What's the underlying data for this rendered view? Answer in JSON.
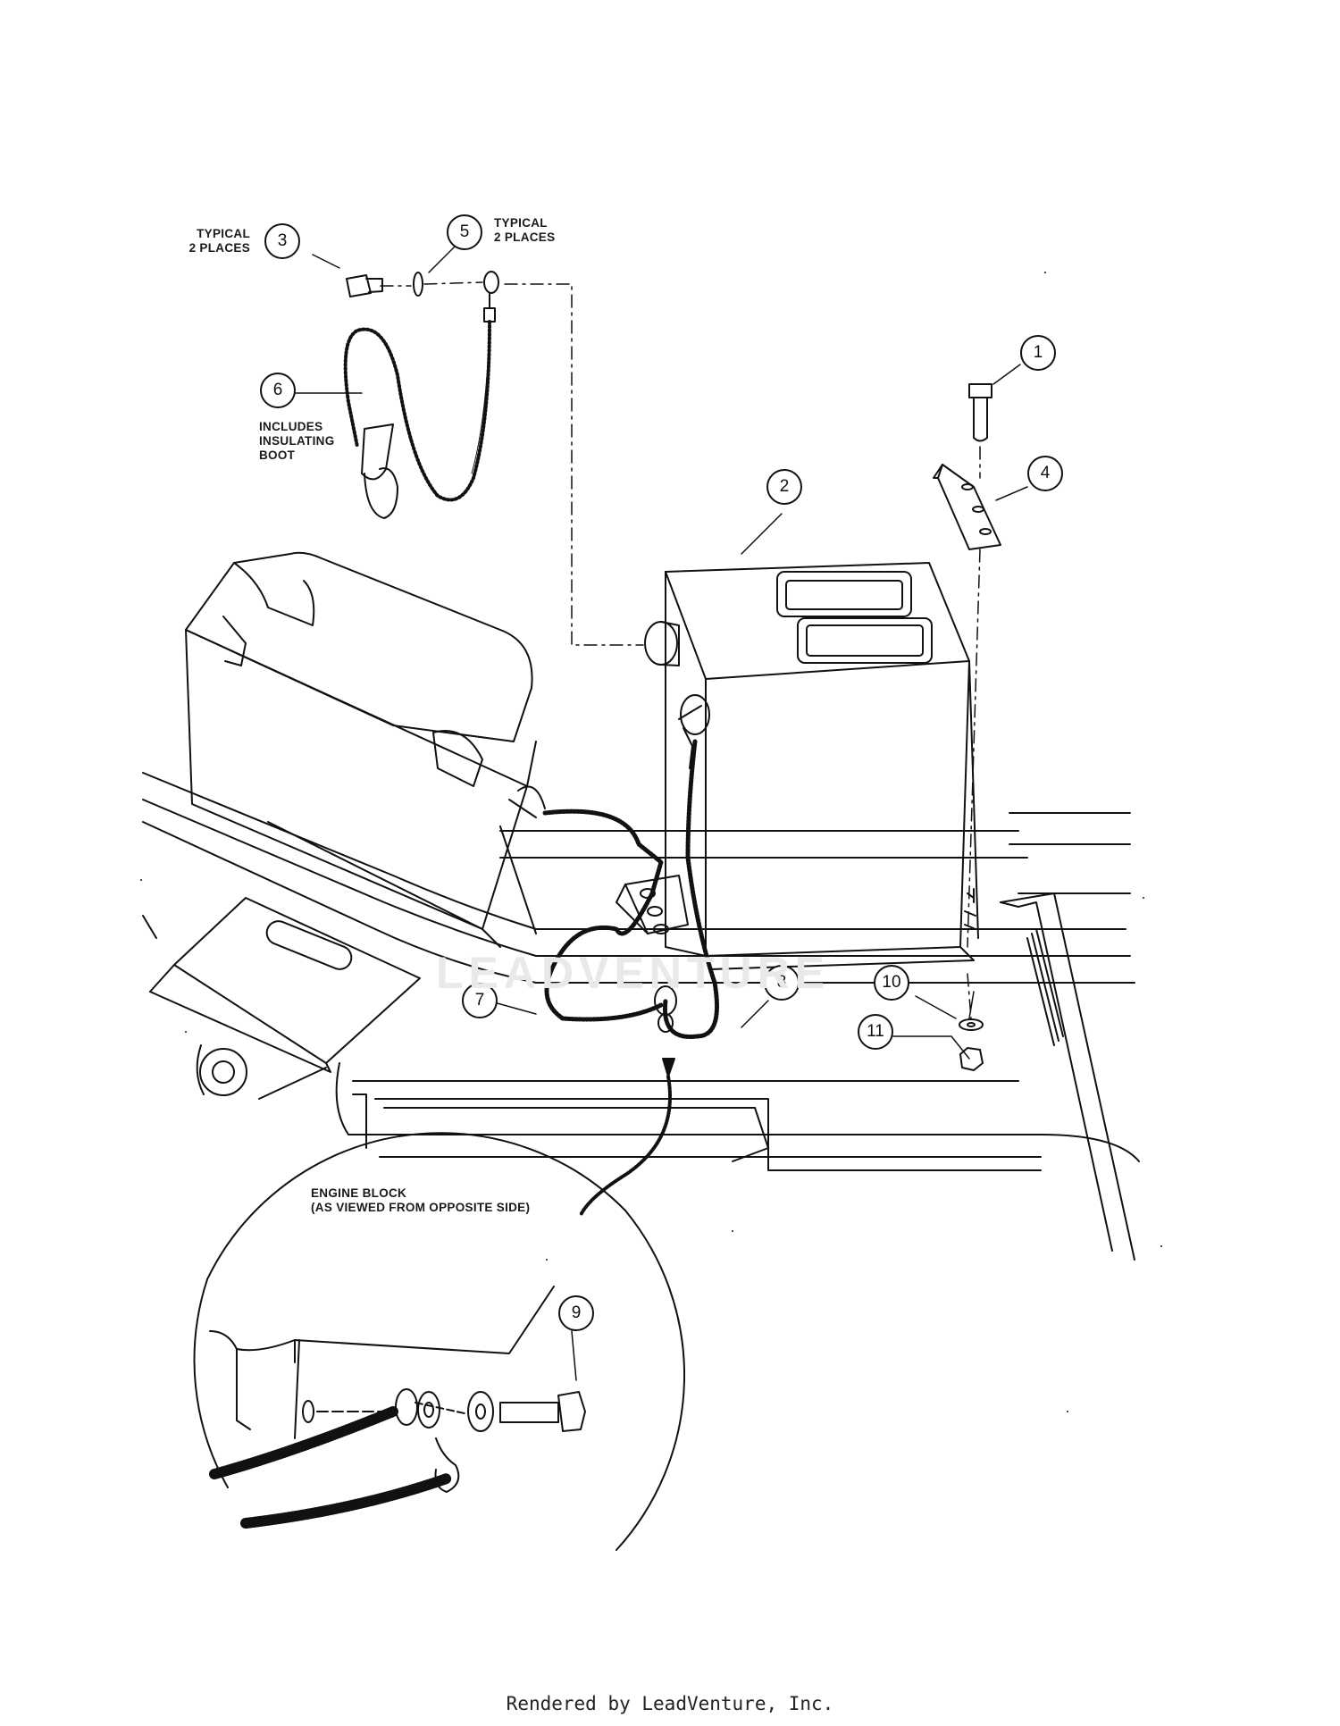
{
  "notes": {
    "typical_left_line1": "TYPICAL",
    "typical_left_line2": "2 PLACES",
    "typical_right_line1": "TYPICAL",
    "typical_right_line2": "2 PLACES",
    "boot_line1": "INCLUDES",
    "boot_line2": "INSULATING",
    "boot_line3": "BOOT",
    "engine_line1": "ENGINE BLOCK",
    "engine_line2": "(AS VIEWED FROM OPPOSITE SIDE)"
  },
  "callouts": {
    "c1": "1",
    "c2": "2",
    "c3": "3",
    "c4": "4",
    "c5": "5",
    "c6": "6",
    "c7": "7",
    "c8": "8",
    "c9": "9",
    "c10": "10",
    "c11": "11"
  },
  "watermark": "LEADVENTURE",
  "footer": "Rendered by LeadVenture, Inc.",
  "colors": {
    "ink": "#111111",
    "watermark": "#e9e9e9"
  }
}
